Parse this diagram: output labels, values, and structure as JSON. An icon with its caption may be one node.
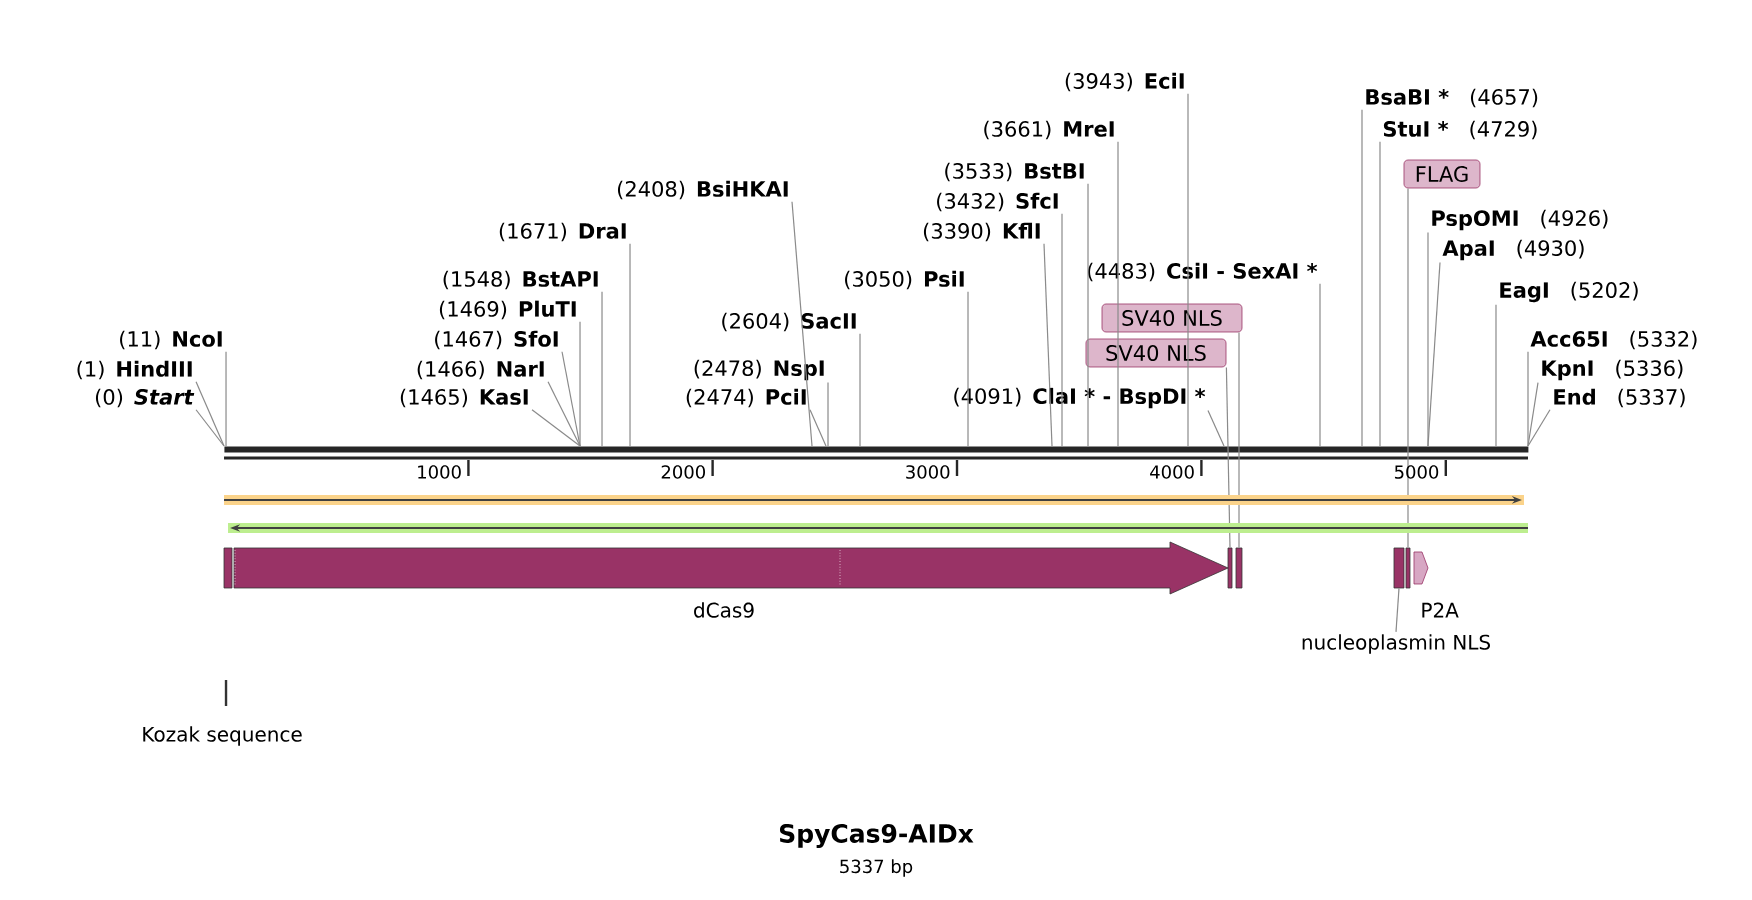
{
  "diagram": {
    "title": "SpyCas9-AIDx",
    "caption": "5337 bp",
    "nodes": [
      {
        "text": [],
        "shape": "bar",
        "beside": [
          "1000",
          "2000",
          "3000",
          "4000",
          "5000"
        ]
      },
      {
        "text": [
          "(0)",
          "Start"
        ]
      },
      {
        "text": [
          "(1)",
          "HindIII"
        ]
      },
      {
        "text": [
          "(11)",
          "NcoI"
        ]
      },
      {
        "text": [
          "(1465)",
          "KasI"
        ]
      },
      {
        "text": [
          "(1466)",
          "NarI"
        ]
      },
      {
        "text": [
          "(1467)",
          "SfoI"
        ]
      },
      {
        "text": [
          "(1469)",
          "PluTI"
        ]
      },
      {
        "text": [
          "(1548)",
          "BstAPI"
        ]
      },
      {
        "text": [
          "(1671)",
          "DraI"
        ]
      },
      {
        "text": [
          "(2408)",
          "BsiHKAI"
        ]
      },
      {
        "text": [
          "(2474)",
          "PciI"
        ]
      },
      {
        "text": [
          "(2478)",
          "NspI"
        ]
      },
      {
        "text": [
          "(2604)",
          "SacII"
        ]
      },
      {
        "text": [
          "(3050)",
          "PsiI"
        ]
      },
      {
        "text": [
          "(3390)",
          "KflI"
        ]
      },
      {
        "text": [
          "(3432)",
          "SfcI"
        ]
      },
      {
        "text": [
          "(3533)",
          "BstBI"
        ]
      },
      {
        "text": [
          "(3661)",
          "MreI"
        ]
      },
      {
        "text": [
          "(3943)",
          "EciI"
        ]
      },
      {
        "text": [
          "(4483)",
          "CsiI - SexAI *"
        ]
      },
      {
        "text": [
          "(4091)",
          "ClaI * - BspDI *"
        ]
      },
      {
        "text": [
          "BsaBI *",
          "(4657)"
        ]
      },
      {
        "text": [
          "StuI *",
          "(4729)"
        ]
      },
      {
        "text": [
          "PspOMI",
          "(4926)"
        ]
      },
      {
        "text": [
          "ApaI",
          "(4930)"
        ]
      },
      {
        "text": [
          "EagI",
          "(5202)"
        ]
      },
      {
        "text": [
          "Acc65I",
          "(5332)"
        ]
      },
      {
        "text": [
          "KpnI",
          "(5336)"
        ]
      },
      {
        "text": [
          "End",
          "(5337)"
        ]
      },
      {
        "text": [
          "FLAG"
        ]
      },
      {
        "text": [
          "SV40 NLS"
        ]
      },
      {
        "text": [
          "SV40 NLS"
        ]
      },
      {
        "text": [
          "dCas9"
        ]
      },
      {
        "text": [],
        "shape": "box"
      },
      {
        "text": [],
        "shape": "box"
      },
      {
        "text": [],
        "shape": "box"
      },
      {
        "text": [],
        "shape": "box"
      },
      {
        "text": [
          "P2A"
        ]
      },
      {
        "text": [
          "nucleoplasmin NLS"
        ]
      },
      {
        "text": [
          "Kozak sequence"
        ]
      }
    ],
    "edges": [
      {
        "from": 1,
        "to": 0,
        "arrow": "none"
      },
      {
        "from": 2,
        "to": 0,
        "arrow": "none"
      },
      {
        "from": 3,
        "to": 0,
        "arrow": "none"
      },
      {
        "from": 4,
        "to": 0,
        "arrow": "none"
      },
      {
        "from": 5,
        "to": 0,
        "arrow": "none"
      },
      {
        "from": 6,
        "to": 0,
        "arrow": "none"
      },
      {
        "from": 7,
        "to": 0,
        "arrow": "none"
      },
      {
        "from": 8,
        "to": 0,
        "arrow": "none"
      },
      {
        "from": 9,
        "to": 0,
        "arrow": "none"
      },
      {
        "from": 10,
        "to": 0,
        "arrow": "none"
      },
      {
        "from": 11,
        "to": 0,
        "arrow": "none"
      },
      {
        "from": 12,
        "to": 0,
        "arrow": "none"
      },
      {
        "from": 13,
        "to": 0,
        "arrow": "none"
      },
      {
        "from": 14,
        "to": 0,
        "arrow": "none"
      },
      {
        "from": 15,
        "to": 0,
        "arrow": "none"
      },
      {
        "from": 16,
        "to": 0,
        "arrow": "none"
      },
      {
        "from": 17,
        "to": 0,
        "arrow": "none"
      },
      {
        "from": 18,
        "to": 0,
        "arrow": "none"
      },
      {
        "from": 19,
        "to": 0,
        "arrow": "none"
      },
      {
        "from": 20,
        "to": 0,
        "arrow": "none"
      },
      {
        "from": 21,
        "to": 0,
        "arrow": "none"
      },
      {
        "from": 22,
        "to": 0,
        "arrow": "none"
      },
      {
        "from": 23,
        "to": 0,
        "arrow": "none"
      },
      {
        "from": 24,
        "to": 0,
        "arrow": "none"
      },
      {
        "from": 25,
        "to": 0,
        "arrow": "none"
      },
      {
        "from": 26,
        "to": 0,
        "arrow": "none"
      },
      {
        "from": 27,
        "to": 0,
        "arrow": "none"
      },
      {
        "from": 28,
        "to": 0,
        "arrow": "none"
      },
      {
        "from": 29,
        "to": 0,
        "arrow": "none"
      },
      {
        "from": 30,
        "to": 37,
        "arrow": "none"
      },
      {
        "from": 31,
        "to": 35,
        "arrow": "none"
      },
      {
        "from": 32,
        "to": 34,
        "arrow": "none"
      },
      {
        "from": 39,
        "to": 36,
        "arrow": "none"
      }
    ]
  }
}
